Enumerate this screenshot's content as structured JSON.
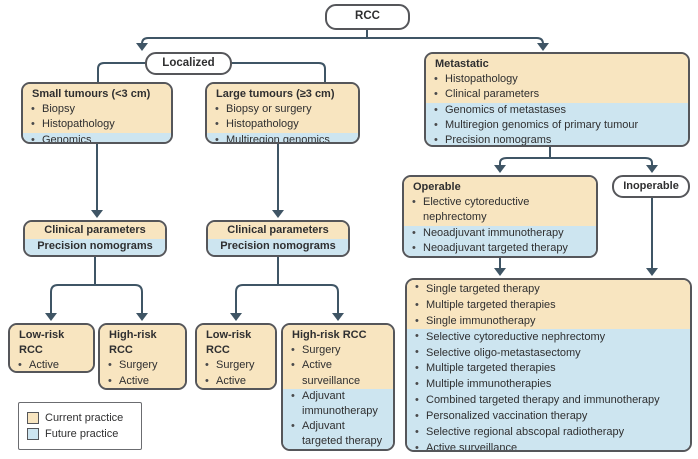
{
  "colors": {
    "current": "#F8E5C0",
    "future": "#CDE5F0",
    "line": "#3F5565",
    "border": "#55565A",
    "text": "#2F2F30"
  },
  "nodes": {
    "rcc": {
      "label": "RCC"
    },
    "localized": {
      "label": "Localized"
    },
    "inoperable": {
      "label": "Inoperable"
    },
    "small_tumours": {
      "title": "Small tumours (<3 cm)",
      "items": [
        {
          "text": "Biopsy",
          "phase": "current"
        },
        {
          "text": "Histopathology",
          "phase": "current"
        },
        {
          "text": "Genomics",
          "phase": "future"
        }
      ]
    },
    "large_tumours": {
      "title": "Large tumours (≥3 cm)",
      "items": [
        {
          "text": "Biopsy or surgery",
          "phase": "current"
        },
        {
          "text": "Histopathology",
          "phase": "current"
        },
        {
          "text": "Multiregion genomics",
          "phase": "future"
        }
      ]
    },
    "metastatic": {
      "title": "Metastatic",
      "items": [
        {
          "text": "Histopathology",
          "phase": "current"
        },
        {
          "text": "Clinical parameters",
          "phase": "current"
        },
        {
          "text": "Genomics of metastases",
          "phase": "future"
        },
        {
          "text": "Multiregion genomics of primary tumour",
          "phase": "future"
        },
        {
          "text": "Precision nomograms",
          "phase": "future"
        }
      ]
    },
    "clinical_params_small": {
      "rows": [
        {
          "text": "Clinical parameters",
          "phase": "current"
        },
        {
          "text": "Precision nomograms",
          "phase": "future"
        }
      ]
    },
    "clinical_params_large": {
      "rows": [
        {
          "text": "Clinical parameters",
          "phase": "current"
        },
        {
          "text": "Precision nomograms",
          "phase": "future"
        }
      ]
    },
    "low_risk_small": {
      "title": "Low-risk RCC",
      "items": [
        {
          "text": "Active surveillance",
          "phase": "current"
        }
      ]
    },
    "high_risk_small": {
      "title": "High-risk RCC",
      "items": [
        {
          "text": "Surgery",
          "phase": "current"
        },
        {
          "text": "Active surveillance",
          "phase": "current"
        }
      ]
    },
    "low_risk_large": {
      "title": "Low-risk RCC",
      "items": [
        {
          "text": "Surgery",
          "phase": "current"
        },
        {
          "text": "Active surveillance",
          "phase": "current"
        }
      ]
    },
    "high_risk_large": {
      "title": "High-risk RCC",
      "items": [
        {
          "text": "Surgery",
          "phase": "current"
        },
        {
          "text": "Active surveillance",
          "phase": "current"
        },
        {
          "text": "Adjuvant immunotherapy",
          "phase": "future"
        },
        {
          "text": "Adjuvant targeted therapy",
          "phase": "future"
        }
      ]
    },
    "operable": {
      "title": "Operable",
      "items": [
        {
          "text": "Elective cytoreductive nephrectomy",
          "phase": "current"
        },
        {
          "text": "Neoadjuvant immunotherapy",
          "phase": "future"
        },
        {
          "text": "Neoadjuvant targeted therapy",
          "phase": "future"
        }
      ]
    },
    "metastatic_treatments": {
      "items": [
        {
          "text": "Single targeted therapy",
          "phase": "current"
        },
        {
          "text": "Multiple targeted therapies",
          "phase": "current"
        },
        {
          "text": "Single immunotherapy",
          "phase": "current"
        },
        {
          "text": "Selective cytoreductive nephrectomy",
          "phase": "future"
        },
        {
          "text": "Selective oligo-metastasectomy",
          "phase": "future"
        },
        {
          "text": "Multiple targeted therapies",
          "phase": "future"
        },
        {
          "text": "Multiple immunotherapies",
          "phase": "future"
        },
        {
          "text": "Combined targeted therapy and immunotherapy",
          "phase": "future"
        },
        {
          "text": "Personalized vaccination therapy",
          "phase": "future"
        },
        {
          "text": "Selective regional abscopal radiotherapy",
          "phase": "future"
        },
        {
          "text": "Active surveillance",
          "phase": "future"
        }
      ]
    }
  },
  "legend": {
    "items": [
      {
        "label": "Current practice",
        "phase": "current"
      },
      {
        "label": "Future practice",
        "phase": "future"
      }
    ]
  }
}
